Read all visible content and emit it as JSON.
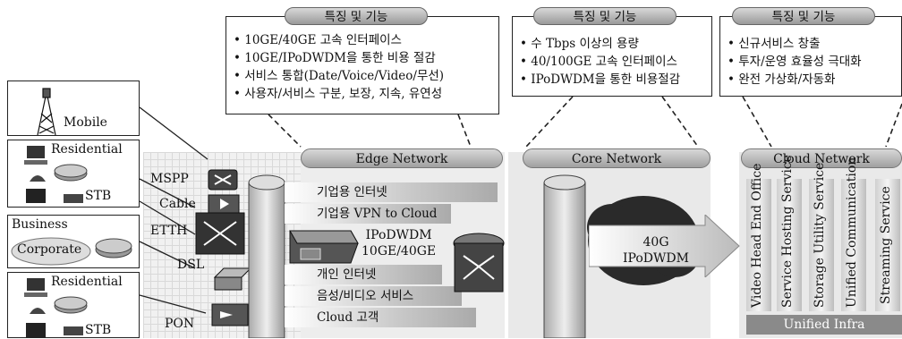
{
  "callouts": [
    {
      "title": "특징 및 기능",
      "lines": [
        "• 10GE/40GE 고속 인터페이스",
        "• 10GE/IPoDWDM을 통한 비용 절감",
        "• 서비스 통합(Date/Voice/Video/무선)",
        "• 사용자/서비스 구분, 보장, 지속, 유연성"
      ]
    },
    {
      "title": "특징 및 기능",
      "lines": [
        "• 수 Tbps 이상의 용량",
        "• 40/100GE 고속 인터페이스",
        "• IPoDWDM을 통한 비용절감"
      ]
    },
    {
      "title": "특징 및 기능",
      "lines": [
        "• 신규서비스 창출",
        "• 투자/운영 효율성 극대화",
        "• 완전 가상화/자동화"
      ]
    }
  ],
  "networks": {
    "edge": "Edge Network",
    "core": "Core Network",
    "cloud": "Cloud Network"
  },
  "clients": {
    "mobile": "Mobile",
    "residential1": "Residential",
    "stb1": "STB",
    "business": "Business",
    "corporate": "Corporate",
    "residential2": "Residential",
    "stb2": "STB"
  },
  "access": [
    "MSPP",
    "Cable",
    "ETTH",
    "DSL",
    "PON"
  ],
  "edge_services_top": [
    "기업용 인터넷",
    "기업용 VPN to Cloud"
  ],
  "edge_services_bottom": [
    "개인 인터넷",
    "음성/비디오 서비스",
    "Cloud 고객"
  ],
  "ipodwdm_label": [
    "IPoDWDM",
    "10GE/40GE"
  ],
  "core_arrow": [
    "40G",
    "IPoDWDM"
  ],
  "cloud_services": [
    "Video Head End Office",
    "Service Hosting Service",
    "Storage Utility Service",
    "Unified Communication",
    "Streaming Service"
  ],
  "unified_infra": "Unified Infra"
}
